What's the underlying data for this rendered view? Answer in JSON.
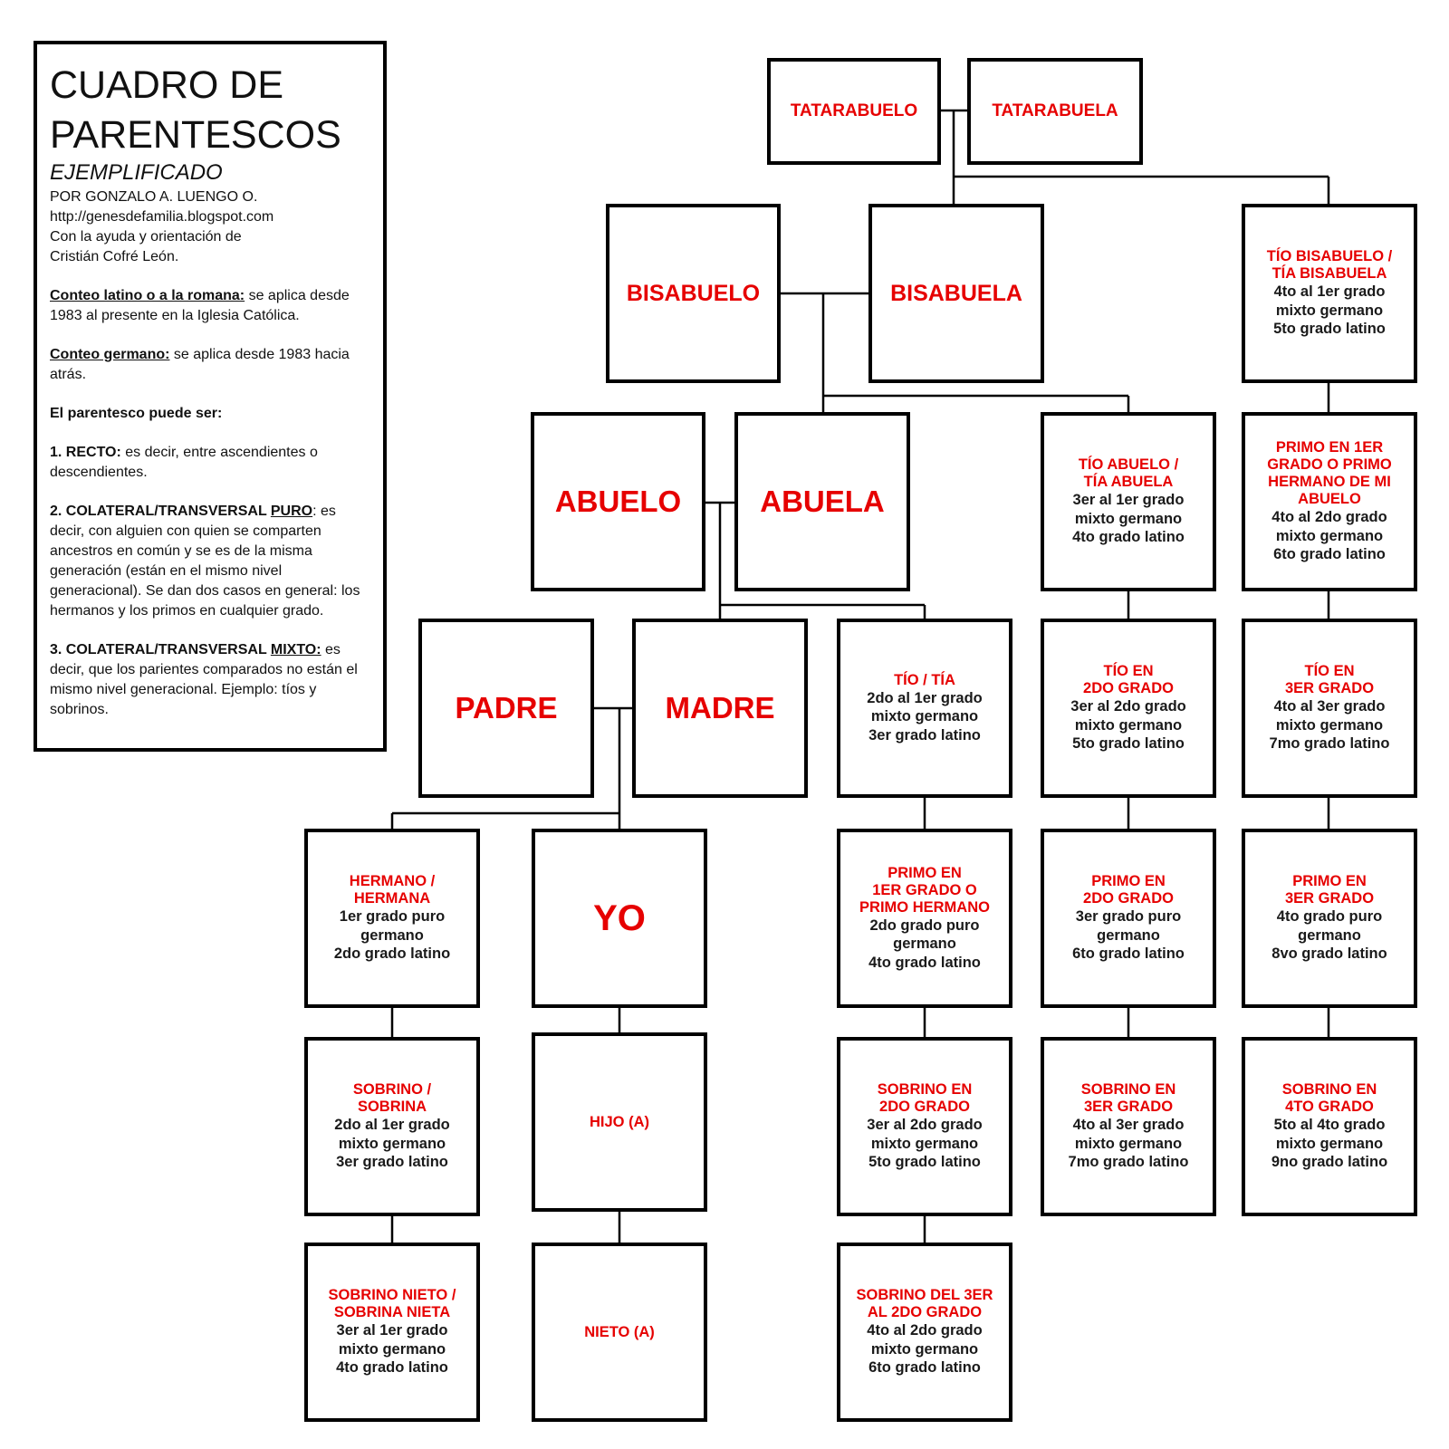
{
  "info": {
    "title_line1": "CUADRO DE",
    "title_line2": "PARENTESCOS",
    "subtitle": "EJEMPLIFICADO",
    "author": "POR GONZALO A. LUENGO O.",
    "url": "http://genesdefamilia.blogspot.com",
    "credit_line1": "Con la ayuda y orientación de",
    "credit_line2": "Cristián Cofré León.",
    "latin_label": "Conteo latino o a la romana:",
    "latin_text": " se aplica desde 1983 al presente en la Iglesia Católica.",
    "germanic_label": "Conteo germano:",
    "germanic_text": " se aplica desde 1983 hacia atrás.",
    "kinship_intro": "El parentesco puede ser:",
    "recto_label": "1. RECTO:",
    "recto_text": " es decir, entre ascendientes o descendientes.",
    "puro_label_a": "2. COLATERAL/TRANSVERSAL ",
    "puro_label_b": "PURO",
    "puro_text": ": es decir, con alguien con quien se comparten ancestros en común y se es de la misma generación (están en el mismo nivel generacional). Se dan dos casos en general: los hermanos y los primos en cualquier grado.",
    "mixto_label_a": "3. COLATERAL/TRANSVERSAL ",
    "mixto_label_b": "MIXTO:",
    "mixto_text": " es decir, que los parientes comparados no están el mismo nivel generacional. Ejemplo: tíos y sobrinos."
  },
  "nodes": {
    "tatarabuelo": {
      "title": "TATARABUELO"
    },
    "tatarabuela": {
      "title": "TATARABUELA"
    },
    "bisabuelo": {
      "title": "BISABUELO"
    },
    "bisabuela": {
      "title": "BISABUELA"
    },
    "tio_bisabuelo": {
      "title1": "TÍO BISABUELO /",
      "title2": "TÍA BISABUELA",
      "d1": "4to al 1er grado",
      "d2": "mixto germano",
      "d3": "5to grado latino"
    },
    "abuelo": {
      "title": "ABUELO"
    },
    "abuela": {
      "title": "ABUELA"
    },
    "tio_abuelo": {
      "title1": "TÍO ABUELO /",
      "title2": "TÍA ABUELA",
      "d1": "3er al 1er grado",
      "d2": "mixto germano",
      "d3": "4to grado latino"
    },
    "primo_abuelo": {
      "title1": "PRIMO EN 1ER",
      "title2": "GRADO O PRIMO",
      "title3": "HERMANO DE MI",
      "title4": "ABUELO",
      "d1": "4to al 2do grado",
      "d2": "mixto germano",
      "d3": "6to grado latino"
    },
    "padre": {
      "title": "PADRE"
    },
    "madre": {
      "title": "MADRE"
    },
    "tio": {
      "title1": "TÍO / TÍA",
      "d1": "2do al 1er grado",
      "d2": "mixto germano",
      "d3": "3er grado latino"
    },
    "tio_2do": {
      "title1": "TÍO EN",
      "title2": "2DO GRADO",
      "d1": "3er al 2do grado",
      "d2": "mixto germano",
      "d3": "5to grado latino"
    },
    "tio_3er": {
      "title1": "TÍO EN",
      "title2": "3ER GRADO",
      "d1": "4to al 3er grado",
      "d2": "mixto germano",
      "d3": "7mo grado latino"
    },
    "hermano": {
      "title1": "HERMANO /",
      "title2": "HERMANA",
      "d1": "1er grado puro",
      "d2": "germano",
      "d3": "2do grado latino"
    },
    "yo": {
      "title": "YO"
    },
    "primo_1er": {
      "title1": "PRIMO EN",
      "title2": "1ER GRADO O",
      "title3": "PRIMO HERMANO",
      "d1": "2do grado puro",
      "d2": "germano",
      "d3": "4to grado latino"
    },
    "primo_2do": {
      "title1": "PRIMO EN",
      "title2": "2DO GRADO",
      "d1": "3er grado puro",
      "d2": "germano",
      "d3": "6to grado latino"
    },
    "primo_3er": {
      "title1": "PRIMO EN",
      "title2": "3ER GRADO",
      "d1": "4to grado puro",
      "d2": "germano",
      "d3": "8vo grado latino"
    },
    "sobrino": {
      "title1": "SOBRINO /",
      "title2": "SOBRINA",
      "d1": "2do al 1er grado",
      "d2": "mixto germano",
      "d3": "3er grado latino"
    },
    "hijo": {
      "title": "HIJO (A)"
    },
    "sobrino_2do": {
      "title1": "SOBRINO EN",
      "title2": "2DO GRADO",
      "d1": "3er al 2do grado",
      "d2": "mixto germano",
      "d3": "5to grado latino"
    },
    "sobrino_3er": {
      "title1": "SOBRINO EN",
      "title2": "3ER GRADO",
      "d1": "4to al 3er grado",
      "d2": "mixto germano",
      "d3": "7mo grado latino"
    },
    "sobrino_4to": {
      "title1": "SOBRINO EN",
      "title2": "4TO GRADO",
      "d1": "5to al 4to grado",
      "d2": "mixto germano",
      "d3": "9no grado latino"
    },
    "sobrino_nieto": {
      "title1": "SOBRINO NIETO /",
      "title2": "SOBRINA NIETA",
      "d1": "3er al 1er grado",
      "d2": "mixto germano",
      "d3": "4to grado latino"
    },
    "nieto": {
      "title": "NIETO (A)"
    },
    "sobrino_3er_2do": {
      "title1": "SOBRINO DEL 3ER",
      "title2": "AL 2DO GRADO",
      "d1": "4to al 2do grado",
      "d2": "mixto germano",
      "d3": "6to grado latino"
    }
  },
  "colors": {
    "title_red": "#e60000",
    "border": "#000000",
    "text": "#1a1a1a"
  }
}
